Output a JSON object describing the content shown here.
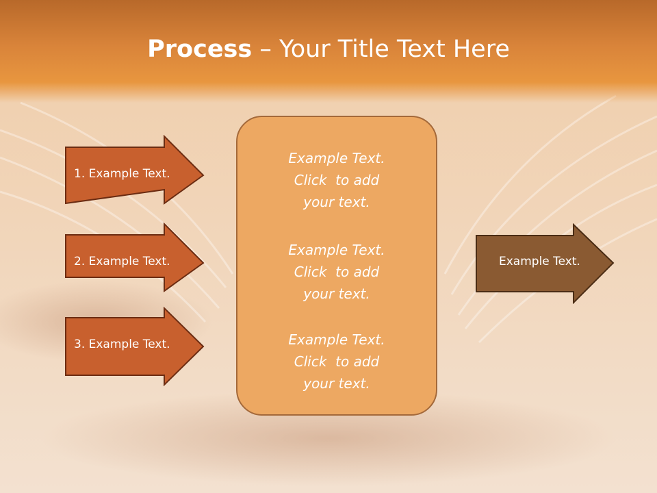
{
  "slide": {
    "title_bold": "Process",
    "title_rest": " – Your Title Text Here",
    "inputs": [
      {
        "label": "1. Example Text."
      },
      {
        "label": "2. Example Text."
      },
      {
        "label": "3. Example Text."
      }
    ],
    "center_blocks": [
      {
        "line1": "Example Text.",
        "line2": "Click  to add",
        "line3": "your text."
      },
      {
        "line1": "Example Text.",
        "line2": "Click  to add",
        "line3": "your text."
      },
      {
        "line1": "Example Text.",
        "line2": "Click  to add",
        "line3": "your text."
      }
    ],
    "output": {
      "label": "Example Text."
    }
  },
  "colors": {
    "input_arrow_fill": "#c8602e",
    "input_arrow_border": "#6b2c12",
    "output_arrow_fill": "#8a5a32",
    "output_arrow_border": "#4a2c14",
    "center_fill": "#eda862",
    "title_band": "#d9843a"
  }
}
